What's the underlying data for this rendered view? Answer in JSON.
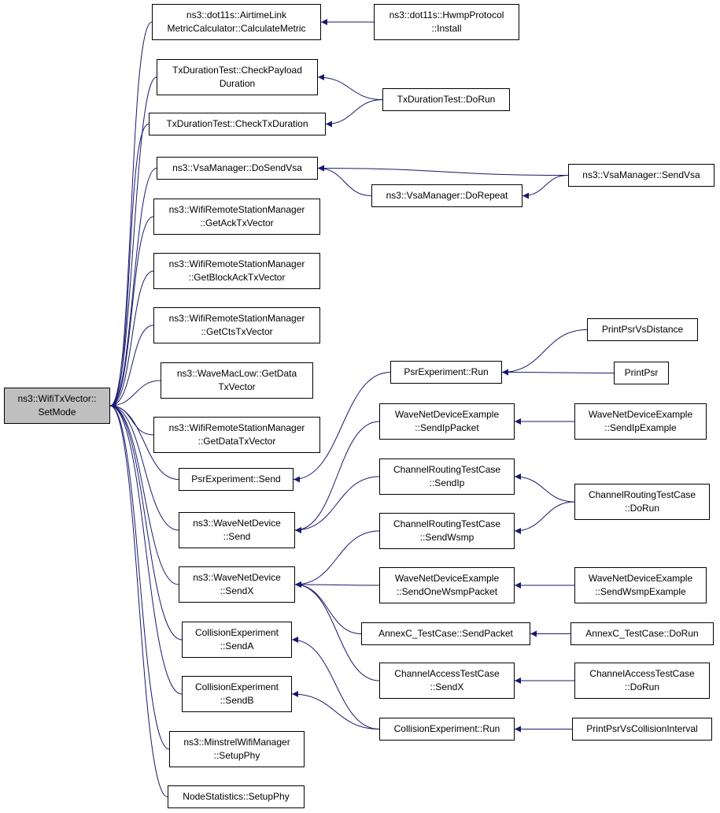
{
  "graph": {
    "colors": {
      "edge": "#191970",
      "node_border": "#000000",
      "root_fill": "#bfbfbf",
      "node_fill": "#ffffff"
    },
    "nodes": [
      {
        "id": "setmode",
        "lines": [
          "ns3::WifiTxVector::",
          "SetMode"
        ],
        "root": true
      },
      {
        "id": "calcmetric",
        "lines": [
          "ns3::dot11s::AirtimeLink",
          "MetricCalculator::CalculateMetric"
        ]
      },
      {
        "id": "hwmpinstall",
        "lines": [
          "ns3::dot11s::HwmpProtocol",
          "::Install"
        ]
      },
      {
        "id": "checkpayload",
        "lines": [
          "TxDurationTest::CheckPayload",
          "Duration"
        ]
      },
      {
        "id": "txdorun",
        "lines": [
          "TxDurationTest::DoRun"
        ]
      },
      {
        "id": "checktxdur",
        "lines": [
          "TxDurationTest::CheckTxDuration"
        ]
      },
      {
        "id": "dosendvsa",
        "lines": [
          "ns3::VsaManager::DoSendVsa"
        ]
      },
      {
        "id": "sendvsa",
        "lines": [
          "ns3::VsaManager::SendVsa"
        ]
      },
      {
        "id": "dorepeat",
        "lines": [
          "ns3::VsaManager::DoRepeat"
        ]
      },
      {
        "id": "getack",
        "lines": [
          "ns3::WifiRemoteStationManager",
          "::GetAckTxVector"
        ]
      },
      {
        "id": "getblockack",
        "lines": [
          "ns3::WifiRemoteStationManager",
          "::GetBlockAckTxVector"
        ]
      },
      {
        "id": "getcts",
        "lines": [
          "ns3::WifiRemoteStationManager",
          "::GetCtsTxVector"
        ]
      },
      {
        "id": "wavemaclow",
        "lines": [
          "ns3::WaveMacLow::GetData",
          "TxVector"
        ]
      },
      {
        "id": "psrrun",
        "lines": [
          "PsrExperiment::Run"
        ]
      },
      {
        "id": "printpsrdist",
        "lines": [
          "PrintPsrVsDistance"
        ]
      },
      {
        "id": "printpsr",
        "lines": [
          "PrintPsr"
        ]
      },
      {
        "id": "getdata",
        "lines": [
          "ns3::WifiRemoteStationManager",
          "::GetDataTxVector"
        ]
      },
      {
        "id": "wndesendip",
        "lines": [
          "WaveNetDeviceExample",
          "::SendIpPacket"
        ]
      },
      {
        "id": "wndesendipex",
        "lines": [
          "WaveNetDeviceExample",
          "::SendIpExample"
        ]
      },
      {
        "id": "psrsend",
        "lines": [
          "PsrExperiment::Send"
        ]
      },
      {
        "id": "crtsendip",
        "lines": [
          "ChannelRoutingTestCase",
          "::SendIp"
        ]
      },
      {
        "id": "crtdorun",
        "lines": [
          "ChannelRoutingTestCase",
          "::DoRun"
        ]
      },
      {
        "id": "wndsend",
        "lines": [
          "ns3::WaveNetDevice",
          "::Send"
        ]
      },
      {
        "id": "crtsendwsmp",
        "lines": [
          "ChannelRoutingTestCase",
          "::SendWsmp"
        ]
      },
      {
        "id": "wndsendx",
        "lines": [
          "ns3::WaveNetDevice",
          "::SendX"
        ]
      },
      {
        "id": "wndesendonewsmp",
        "lines": [
          "WaveNetDeviceExample",
          "::SendOneWsmpPacket"
        ]
      },
      {
        "id": "wndesendwsmpex",
        "lines": [
          "WaveNetDeviceExample",
          "::SendWsmpExample"
        ]
      },
      {
        "id": "annexcsendpkt",
        "lines": [
          "AnnexC_TestCase::SendPacket"
        ]
      },
      {
        "id": "annexcdorun",
        "lines": [
          "AnnexC_TestCase::DoRun"
        ]
      },
      {
        "id": "collsenda",
        "lines": [
          "CollisionExperiment",
          "::SendA"
        ]
      },
      {
        "id": "catsendx",
        "lines": [
          "ChannelAccessTestCase",
          "::SendX"
        ]
      },
      {
        "id": "catdorun",
        "lines": [
          "ChannelAccessTestCase",
          "::DoRun"
        ]
      },
      {
        "id": "collsendb",
        "lines": [
          "CollisionExperiment",
          "::SendB"
        ]
      },
      {
        "id": "collrun",
        "lines": [
          "CollisionExperiment::Run"
        ]
      },
      {
        "id": "printpsrcoll",
        "lines": [
          "PrintPsrVsCollisionInterval"
        ]
      },
      {
        "id": "minstrel",
        "lines": [
          "ns3::MinstrelWifiManager",
          "::SetupPhy"
        ]
      },
      {
        "id": "nodestats",
        "lines": [
          "NodeStatistics::SetupPhy"
        ]
      }
    ],
    "edges": [
      {
        "from": "calcmetric",
        "to": "setmode"
      },
      {
        "from": "checkpayload",
        "to": "setmode"
      },
      {
        "from": "checktxdur",
        "to": "setmode"
      },
      {
        "from": "dosendvsa",
        "to": "setmode"
      },
      {
        "from": "getack",
        "to": "setmode"
      },
      {
        "from": "getblockack",
        "to": "setmode"
      },
      {
        "from": "getcts",
        "to": "setmode"
      },
      {
        "from": "wavemaclow",
        "to": "setmode"
      },
      {
        "from": "getdata",
        "to": "setmode"
      },
      {
        "from": "psrsend",
        "to": "setmode"
      },
      {
        "from": "wndsend",
        "to": "setmode"
      },
      {
        "from": "wndsendx",
        "to": "setmode"
      },
      {
        "from": "collsenda",
        "to": "setmode"
      },
      {
        "from": "collsendb",
        "to": "setmode"
      },
      {
        "from": "minstrel",
        "to": "setmode"
      },
      {
        "from": "nodestats",
        "to": "setmode"
      },
      {
        "from": "hwmpinstall",
        "to": "calcmetric"
      },
      {
        "from": "txdorun",
        "to": "checkpayload"
      },
      {
        "from": "txdorun",
        "to": "checktxdur"
      },
      {
        "from": "sendvsa",
        "to": "dosendvsa"
      },
      {
        "from": "dorepeat",
        "to": "dosendvsa"
      },
      {
        "from": "sendvsa",
        "to": "dorepeat"
      },
      {
        "from": "psrrun",
        "to": "psrsend"
      },
      {
        "from": "printpsrdist",
        "to": "psrrun"
      },
      {
        "from": "printpsr",
        "to": "psrrun"
      },
      {
        "from": "wndesendip",
        "to": "wndsend"
      },
      {
        "from": "crtsendip",
        "to": "wndsend"
      },
      {
        "from": "wndesendipex",
        "to": "wndesendip"
      },
      {
        "from": "crtdorun",
        "to": "crtsendip"
      },
      {
        "from": "crtdorun",
        "to": "crtsendwsmp"
      },
      {
        "from": "crtsendwsmp",
        "to": "wndsendx"
      },
      {
        "from": "wndesendonewsmp",
        "to": "wndsendx"
      },
      {
        "from": "annexcsendpkt",
        "to": "wndsendx"
      },
      {
        "from": "catsendx",
        "to": "wndsendx"
      },
      {
        "from": "wndesendwsmpex",
        "to": "wndesendonewsmp"
      },
      {
        "from": "annexcdorun",
        "to": "annexcsendpkt"
      },
      {
        "from": "catdorun",
        "to": "catsendx"
      },
      {
        "from": "collrun",
        "to": "collsenda"
      },
      {
        "from": "collrun",
        "to": "collsendb"
      },
      {
        "from": "printpsrcoll",
        "to": "collrun"
      }
    ]
  }
}
